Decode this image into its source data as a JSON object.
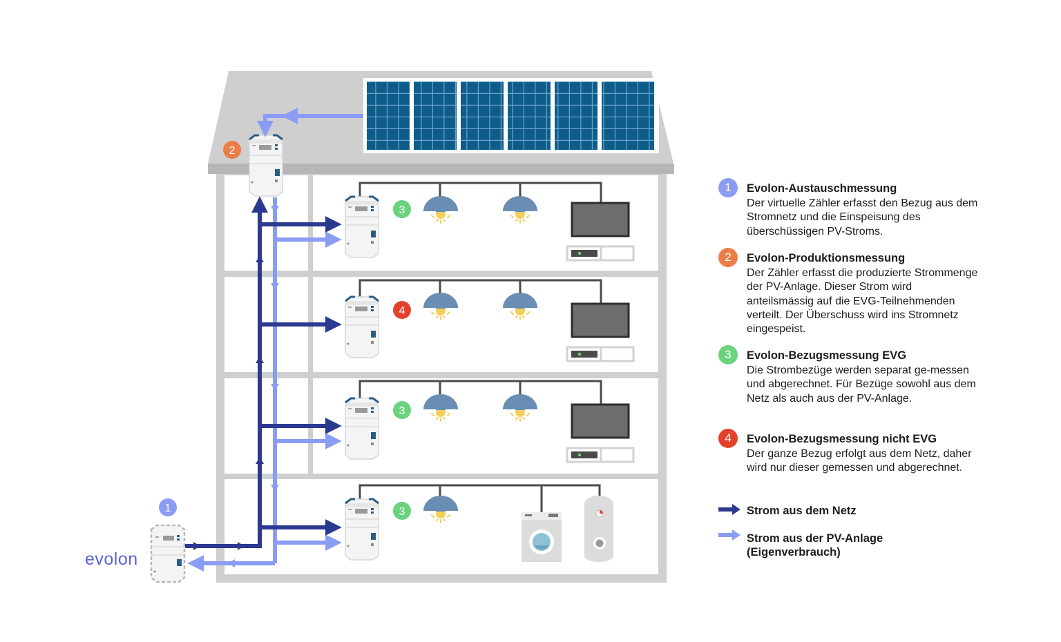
{
  "brand": {
    "logo_text": "evolon"
  },
  "colors": {
    "grid_arrow": "#2b3990",
    "pv_arrow": "#8b9cf4",
    "badge_1": "#8b9cf4",
    "badge_2": "#ed7d48",
    "badge_3": "#6bd27e",
    "badge_4": "#e4412d",
    "building": "#cfcfcf",
    "solar_panel": "#0e5c8a"
  },
  "diagram_badges": {
    "meter_1": "1",
    "roof_meter": "2",
    "floor1": "3",
    "floor2": "4",
    "floor3": "3",
    "floor4": "3"
  },
  "legend": {
    "items": [
      {
        "number": "1",
        "title": "Evolon-Austauschmessung",
        "text": "Der virtuelle Zähler erfasst den Bezug aus dem Stromnetz und die Einspeisung des überschüssigen PV-Stroms."
      },
      {
        "number": "2",
        "title": "Evolon-Produktionsmessung",
        "text": "Der Zähler erfasst die produzierte Strommenge der PV-Anlage. Dieser Strom wird anteilsmässig auf die EVG-Teilnehmenden verteilt. Der Überschuss wird ins Stromnetz eingespeist."
      },
      {
        "number": "3",
        "title": "Evolon-Bezugsmessung EVG",
        "text": "Die Strombezüge werden separat ge-messen und abgerechnet. Für Bezüge sowohl aus dem Netz als auch aus der PV-Anlage."
      },
      {
        "number": "4",
        "title": "Evolon-Bezugsmessung nicht EVG",
        "text": "Der ganze Bezug erfolgt aus dem Netz, daher wird nur dieser gemessen und abgerechnet."
      }
    ],
    "arrows": [
      {
        "icon": "dark-arrow-icon",
        "label": "Strom aus dem Netz"
      },
      {
        "icon": "light-arrow-icon",
        "label": "Strom aus der PV-Anlage (Eigenverbrauch)"
      }
    ]
  }
}
